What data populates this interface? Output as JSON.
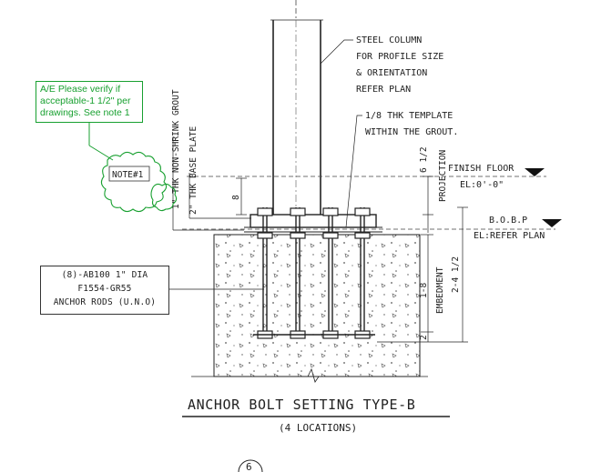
{
  "drawing": {
    "title": "ANCHOR BOLT SETTING TYPE-B",
    "subtitle": "(4 LOCATIONS)",
    "detail_number": "6"
  },
  "callouts": {
    "steel_column": [
      "STEEL COLUMN",
      "FOR PROFILE SIZE",
      "& ORIENTATION",
      "REFER PLAN"
    ],
    "template": [
      "1/8 THK TEMPLATE",
      "WITHIN THE GROUT."
    ],
    "finish_floor": [
      "FINISH FLOOR",
      "EL:0'-0\""
    ],
    "bobp": [
      "B.O.B.P",
      "EL:REFER PLAN"
    ],
    "grout": "1\" THK NON-SHRINK GROUT",
    "base_plate": "2\" THK BASE PLATE",
    "anchor_rods": [
      "(8)-AB100  1\" DIA",
      "F1554-GR55",
      "ANCHOR RODS (U.N.O)"
    ]
  },
  "dimensions": {
    "projection_value": "6 1/2",
    "projection_label": "PROJECTION",
    "plate_height": "8",
    "embedment_value": "2-4 1/2",
    "embedment_label": "EMBEDMENT",
    "pier_depth": "1-8",
    "bottom_value": "2"
  },
  "review_note": {
    "lines": [
      "A/E Please verify if",
      "acceptable-1 1/2\" per",
      "drawings. See note 1"
    ],
    "tag": "NOTE#1",
    "color": "#18a030"
  },
  "colors": {
    "linework": "#222222",
    "markup": "#18a030"
  }
}
